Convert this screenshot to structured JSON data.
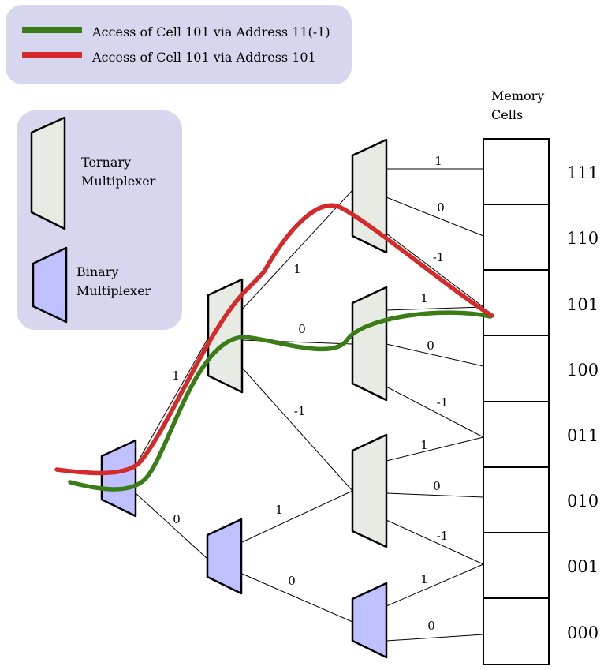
{
  "legend": {
    "path_green_label": "Access of Cell 101 via Address 11(-1)",
    "path_red_label": "Access of Cell 101 via Address 101",
    "colors": {
      "green": "#3a7d17",
      "red": "#d62a2a",
      "panel": "#d6d6ee"
    }
  },
  "key": {
    "ternary_line1": "Ternary",
    "ternary_line2": "Multiplexer",
    "binary_line1": "Binary",
    "binary_line2": "Multiplexer"
  },
  "memory": {
    "title_line1": "Memory",
    "title_line2": "Cells",
    "addresses": [
      "111",
      "110",
      "101",
      "100",
      "011",
      "010",
      "001",
      "000"
    ]
  },
  "edges": {
    "root_top": "1",
    "root_bottom": "0",
    "l1t_top": "1",
    "l1t_mid": "0",
    "l1t_bottom": "-1",
    "l1b_top": "1",
    "l1b_bottom": "0",
    "a_1": "1",
    "a_0": "0",
    "a_m1": "-1",
    "b_1": "1",
    "b_0": "0",
    "b_m1": "-1",
    "c_1": "1",
    "c_0": "0",
    "c_m1": "-1",
    "d_1": "1",
    "d_0": "0"
  }
}
